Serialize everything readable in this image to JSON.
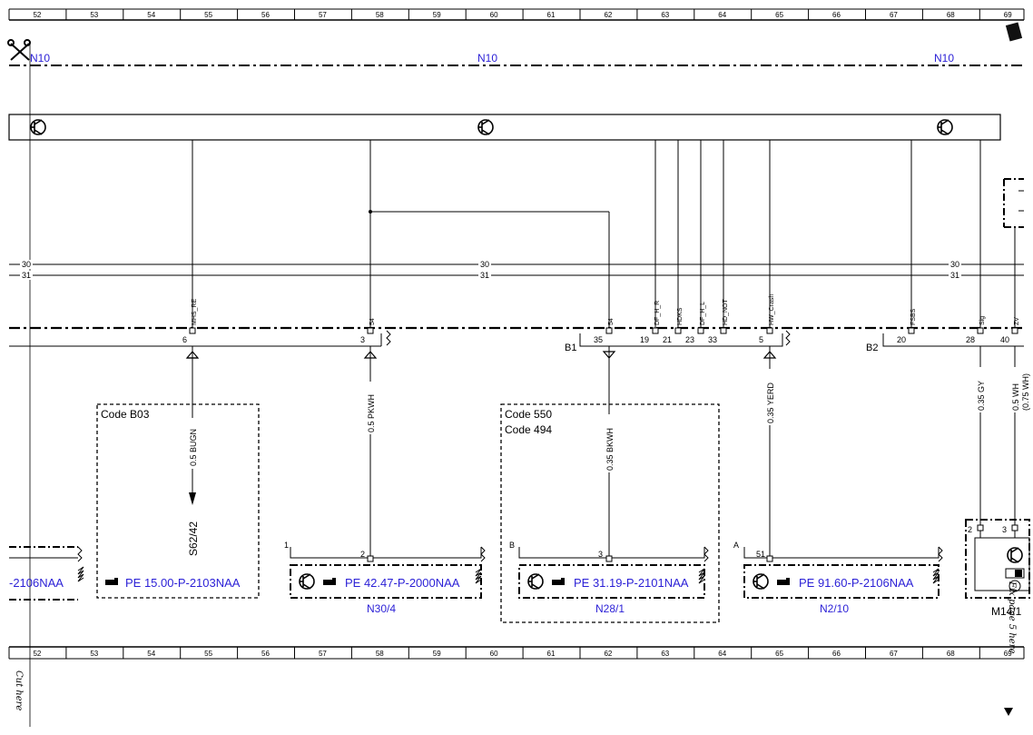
{
  "ruler": [
    "52",
    "53",
    "54",
    "55",
    "56",
    "57",
    "58",
    "59",
    "60",
    "61",
    "62",
    "63",
    "64",
    "65",
    "66",
    "67",
    "68",
    "69"
  ],
  "top_labels": {
    "n10_a": "N10",
    "n10_b": "N10",
    "n10_c": "N10"
  },
  "bus": {
    "l30": "30",
    "l31": "31"
  },
  "signals": {
    "mhs": "MHS_RE",
    "s54a": "54",
    "s54b": "54",
    "dfhr": "DF_H_R",
    "hdks": "HDKS",
    "dfhl": "DF_H_L",
    "hdnot": "HD_NOT",
    "hwcrash": "HW_Crash",
    "fsbs": "FSBS",
    "sig": "Sig",
    "zv": "ZV"
  },
  "pins": {
    "p6": "6",
    "p3": "3",
    "p35": "35",
    "p19": "19",
    "p21": "21",
    "p23": "23",
    "p33": "33",
    "p5": "5",
    "p20": "20",
    "p28": "28",
    "p40": "40"
  },
  "connectors": {
    "b1": "B1",
    "b2": "B2"
  },
  "wires": {
    "w1": "0.5 BUGN",
    "w2": "0.5 PKWH",
    "w3": "0.35 BKWH",
    "w4": "0.35 YERD",
    "w5": "0.35 GY",
    "w6": "0.5 WH",
    "w7": "(0.75 WH)"
  },
  "codes": {
    "b03": "Code B03",
    "c550": "Code 550",
    "c494": "Code 494"
  },
  "ref_s62": "S62/42",
  "refs": {
    "r0": "-2106NAA",
    "r1": "PE 15.00-P-2103NAA",
    "r2": "PE 42.47-P-2000NAA",
    "r3": "PE 31.19-P-2101NAA",
    "r4": "PE 91.60-P-2106NAA"
  },
  "modules": {
    "n30": "N30/4",
    "n28": "N28/1",
    "n2": "N2/10",
    "m14": "M14/1"
  },
  "module_pins": {
    "m1": "1",
    "m2": "2",
    "mb": "B",
    "m3": "3",
    "ma": "A",
    "m51": "51",
    "mr2": "2",
    "mr3": "3"
  },
  "notes": {
    "cut": "Cut here",
    "fix": "Fix page 5 here"
  }
}
